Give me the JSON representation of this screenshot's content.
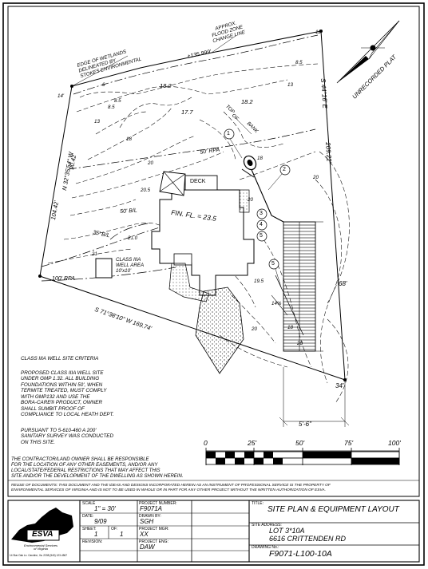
{
  "plan": {
    "wetlands_label": [
      "EDGE OF WETLANDS",
      "DELINEATED BY",
      "STOKES ENVIRONMENTAL"
    ],
    "flood_label": [
      "APPROX.",
      "FLOOD ZONE",
      "CHANGE LINE"
    ],
    "north_dim": "±135.999'",
    "east_bearing": "S 44°16' E",
    "east_dist": "209.22'",
    "west_bearing": "N 32°35'54\" W",
    "west_dist": "90.42'",
    "west_dist_2": "104.42'",
    "south_line": "S 71°38'10\" W   169.74'",
    "unrecorded": "UNRECORDED PLAT",
    "top_of_bank": [
      "TOP",
      "OF",
      "BANK"
    ],
    "rpa_50": "50' RPA",
    "rpa_100": "100' RPA",
    "bl_50": "50' B/L",
    "bl_35": "35' B/L",
    "deck": "DECK",
    "floor": "FIN. FL. = 23.5",
    "well_area": [
      "CLASS IIIA",
      "WELL AREA",
      "10'x10'"
    ],
    "slope": "14%",
    "dim_68": "68'",
    "dim_34": "34'",
    "dim_56": "5'-6\"",
    "dim_12": "12'",
    "dim_14": "14'",
    "contours": [
      "6",
      "8.5",
      "13",
      "18.2",
      "17.7",
      "18.2",
      "18",
      "20.5",
      "20",
      "21.0",
      "21",
      "19.5",
      "20",
      "8.5",
      "13",
      "20",
      "18",
      "20",
      "18",
      "20",
      "8.5"
    ],
    "callouts": [
      "1",
      "2",
      "3",
      "4",
      "5",
      "5"
    ]
  },
  "notes": {
    "criteria_title": "CLASS IIIA WELL SITE CRITERIA",
    "criteria_body": "PROPOSED CLASS IIIA WELL SITE\nUNDER GMP 1.32. ALL BUILDING\nFOUNDATIONS WITHIN 50', WHEN\nTERMITE TREATED, MUST COMPLY\nWITH GMP132 AND USE THE\nBORA-CARE® PRODUCT, OWNER\nSHALL SUMBIT PROOF OF\nCOMPLIANCE TO LOCAL HEATH DEPT.",
    "survey": "PURSUANT TO 5-610-460 A 200'\nSANITARY SURVEY WAS CONDUCTED\nON THIS SITE.",
    "contractor": "THE CONTRACTOR/LAND OWNER SHALL BE RESPONSIBLE\nFOR THE LOCATION OF ANY OTHER EASEMENTS, AND/OR ANY\nLOCAL/STATE/FEDERAL RESTRICTIONS THAT MAY AFFECT THIS\nSITE AND/OR THE DEVELOPMENT OF THE DWELLING AS SHOWN HEREIN.",
    "reuse": "REUSE OF DOCUMENTS: THIS DOCUMENT AND THE IDEAS AND DESIGNS INCORPORATED HEREIN AS AN INSTRUMENT OF PROFESSIONAL SERVICE IS THE PROPERTY OF\nENVIRONMENTAL SERVICES OF VIRGINIA AND IS NOT TO BE USED IN WHOLE OR IN PART FOR ANY OTHER PROJECT WITHOUT THE WRITTEN AUTHORIZATION OF ESVA."
  },
  "scale_bar": {
    "labels": [
      "0",
      "25'",
      "50'",
      "75'",
      "100'"
    ]
  },
  "title_block": {
    "logo": "ESVA",
    "logo_sub": "Environmental Services\nof Virginia",
    "logo_addr": "14 Star Oak Ln. Caroline, Va. 2208 (540) 123-4567",
    "scale_label": "SCALE",
    "scale": "1\" = 30'",
    "project_number_label": "PROJECT NUMBER:",
    "project_number": "F9071A",
    "date_label": "DATE:",
    "date": "9/09",
    "drawn_by_label": "DRAWN BY:",
    "drawn_by": "SGH",
    "sheet_label": "SHEET:",
    "of_label": "OF:",
    "sheet": "1",
    "sheet_of": "1",
    "project_mgr_label": "PROJECT MGR:",
    "project_mgr": "XX",
    "revision_label": "REVISION:",
    "project_eng_label": "PROJECT ENG:",
    "project_eng": "DAW",
    "title_label": "TITLE:",
    "title": "SITE PLAN & EQUIPMENT LAYOUT",
    "address_label": "SITE ADDRESS:",
    "address1": "LOT 3*10A",
    "address2": "6616 CRITTENDEN RD",
    "drawing_no_label": "DRAWING No.:",
    "drawing_no": "F9071-L100-10A"
  }
}
